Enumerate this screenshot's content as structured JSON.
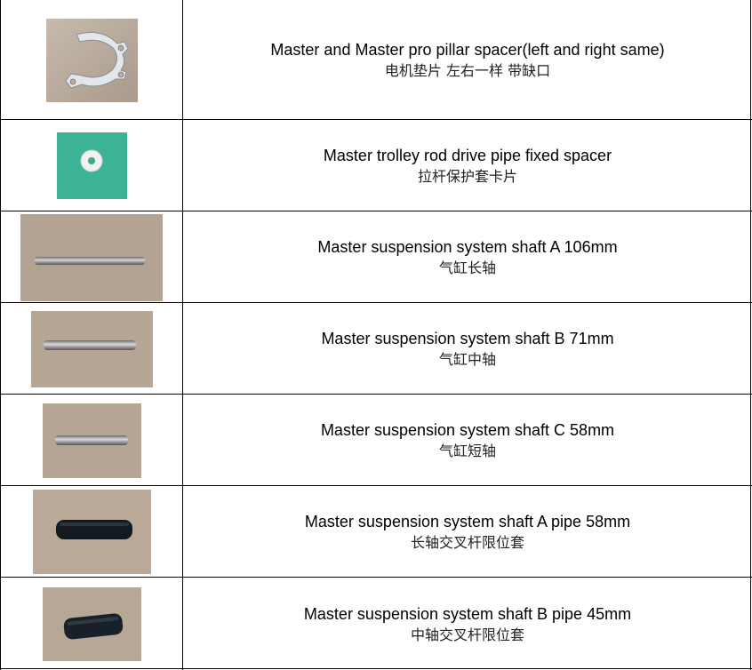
{
  "rows": [
    {
      "en": "Master and Master pro pillar spacer(left and right same)",
      "zh": "电机垫片 左右一样 带缺口",
      "icon": "c-shaped-spacer-icon"
    },
    {
      "en": "Master trolley rod drive pipe fixed spacer",
      "zh": "拉杆保护套卡片",
      "icon": "washer-icon"
    },
    {
      "en": "Master suspension system shaft A 106mm",
      "zh": "气缸长轴",
      "icon": "long-shaft-icon"
    },
    {
      "en": "Master suspension system shaft B 71mm",
      "zh": "气缸中轴",
      "icon": "medium-shaft-icon"
    },
    {
      "en": "Master suspension system shaft C 58mm",
      "zh": "气缸短轴",
      "icon": "short-shaft-icon"
    },
    {
      "en": "Master suspension system shaft A pipe 58mm",
      "zh": "长轴交叉杆限位套",
      "icon": "black-pipe-icon"
    },
    {
      "en": "Master suspension system shaft B pipe 45mm",
      "zh": "中轴交叉杆限位套",
      "icon": "black-pipe-short-icon"
    }
  ],
  "colors": {
    "border": "#000000",
    "photo_bg": "#b8a898",
    "teal_bg": "#3db396",
    "steel": "#9a9a9a",
    "black_pipe": "#151a1f"
  }
}
